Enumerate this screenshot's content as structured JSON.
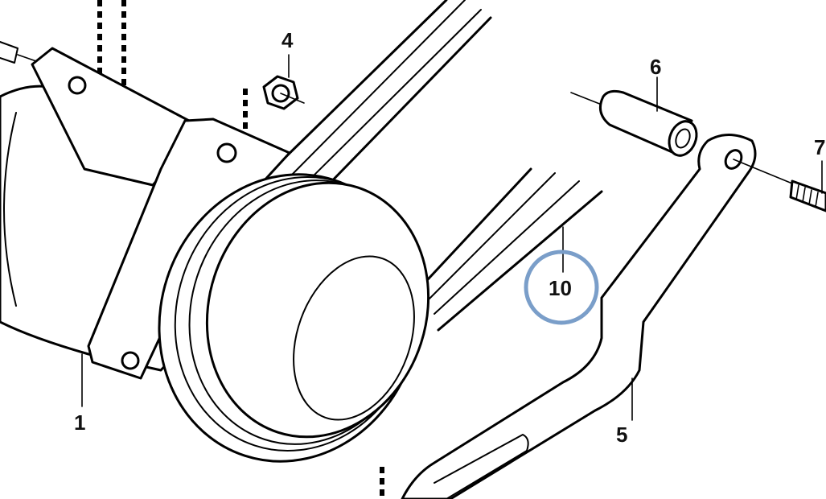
{
  "callouts": {
    "c1": "1",
    "c4": "4",
    "c5": "5",
    "c6": "6",
    "c7": "7",
    "c10": "10"
  },
  "highlight": {
    "target": "10",
    "color": "#7a9ec9"
  }
}
